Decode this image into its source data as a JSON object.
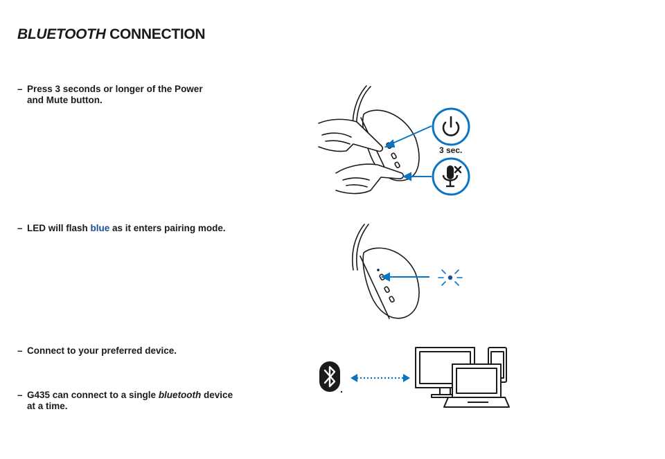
{
  "title": {
    "part1": "BLUETOOTH",
    "part2": " CONNECTION"
  },
  "steps": {
    "press": {
      "dash": "–",
      "text": "Press 3 seconds or longer of the Power and Mute button."
    },
    "led": {
      "dash": "–",
      "pre": "LED will flash ",
      "highlight": "blue",
      "post": " as it enters pairing mode."
    },
    "connect": {
      "dash": "–",
      "text": "Connect to your preferred device."
    },
    "single": {
      "dash": "–",
      "pre": "G435 can connect to a single ",
      "italic": "bluetooth",
      "post": " device at a time."
    }
  },
  "figures": {
    "press_caption": "3 sec."
  },
  "colors": {
    "accent": "#0a74c4",
    "highlight_text": "#1b4f9c",
    "line": "#1a1a1a"
  },
  "icons": [
    "power-icon",
    "mute-mic-icon",
    "led-blink-icon",
    "bluetooth-icon",
    "monitor-icon",
    "laptop-icon",
    "phone-icon"
  ]
}
